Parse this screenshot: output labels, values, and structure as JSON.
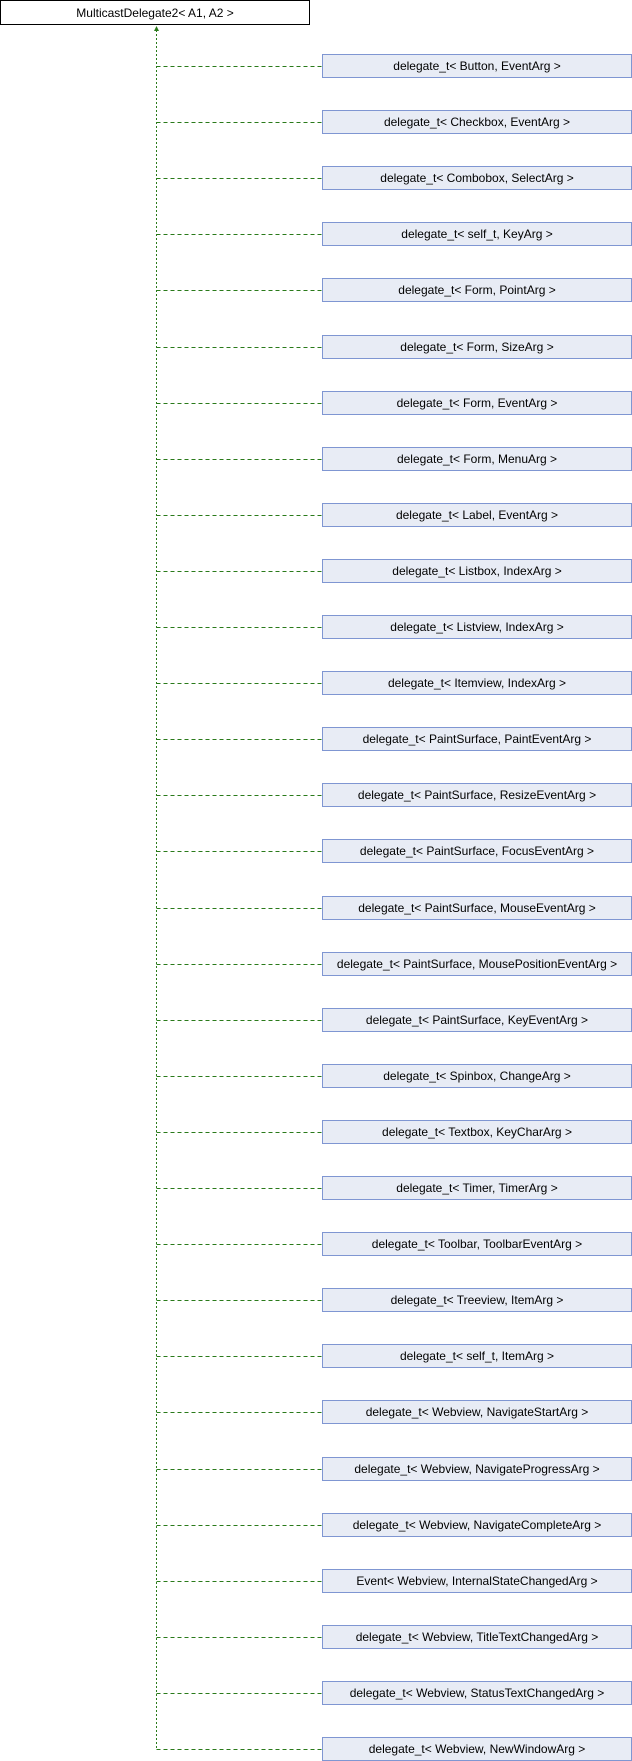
{
  "base_class": "MulticastDelegate2< A1, A2 >",
  "colors": {
    "edge": "#2a7a1a",
    "child_border": "#7f96d2",
    "child_fill": "#e8ecf5"
  },
  "derived_classes": [
    "delegate_t< Button, EventArg >",
    "delegate_t< Checkbox, EventArg >",
    "delegate_t< Combobox, SelectArg >",
    "delegate_t< self_t, KeyArg >",
    "delegate_t< Form, PointArg >",
    "delegate_t< Form, SizeArg >",
    "delegate_t< Form, EventArg >",
    "delegate_t< Form, MenuArg >",
    "delegate_t< Label, EventArg >",
    "delegate_t< Listbox, IndexArg >",
    "delegate_t< Listview, IndexArg >",
    "delegate_t< Itemview, IndexArg >",
    "delegate_t< PaintSurface, PaintEventArg >",
    "delegate_t< PaintSurface, ResizeEventArg >",
    "delegate_t< PaintSurface, FocusEventArg >",
    "delegate_t< PaintSurface, MouseEventArg >",
    "delegate_t< PaintSurface, MousePositionEventArg >",
    "delegate_t< PaintSurface, KeyEventArg >",
    "delegate_t< Spinbox, ChangeArg >",
    "delegate_t< Textbox, KeyCharArg >",
    "delegate_t< Timer, TimerArg >",
    "delegate_t< Toolbar, ToolbarEventArg >",
    "delegate_t< Treeview, ItemArg >",
    "delegate_t< self_t, ItemArg >",
    "delegate_t< Webview, NavigateStartArg >",
    "delegate_t< Webview, NavigateProgressArg >",
    "delegate_t< Webview, NavigateCompleteArg >",
    "Event< Webview, InternalStateChangedArg >",
    "delegate_t< Webview, TitleTextChangedArg >",
    "delegate_t< Webview, StatusTextChangedArg >",
    "delegate_t< Webview, NewWindowArg >"
  ]
}
